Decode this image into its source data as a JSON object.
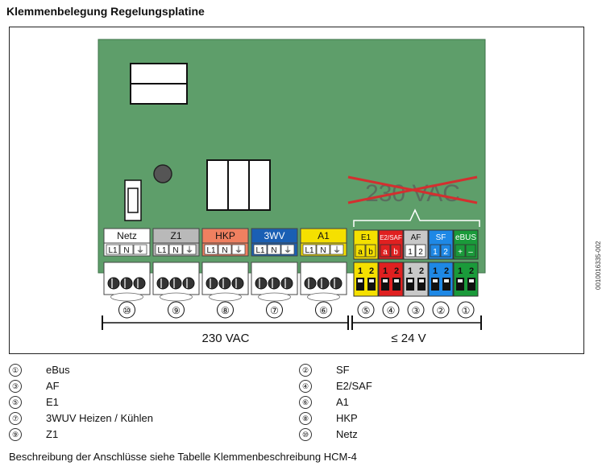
{
  "title": "Klemmenbelegung Regelungsplatine",
  "side_code": "0010016335-002",
  "board": {
    "crossed_label": "230 VAC",
    "hv_label": "230 VAC",
    "lv_label": "≤ 24 V"
  },
  "hv_blocks": [
    {
      "name": "Netz",
      "color": "#ffffff",
      "text_color": "#111111",
      "pins": [
        "L1",
        "N",
        "⏚"
      ],
      "number": "⑩"
    },
    {
      "name": "Z1",
      "color": "#b9b9b9",
      "text_color": "#111111",
      "pins": [
        "L1",
        "N",
        "⏚"
      ],
      "number": "⑨"
    },
    {
      "name": "HKP",
      "color": "#f08060",
      "text_color": "#111111",
      "pins": [
        "L1",
        "N",
        "⏚"
      ],
      "number": "⑧"
    },
    {
      "name": "3WV",
      "color": "#1a5fb4",
      "text_color": "#ffffff",
      "pins": [
        "L1",
        "N",
        "⏚"
      ],
      "number": "⑦"
    },
    {
      "name": "A1",
      "color": "#f5e000",
      "text_color": "#111111",
      "pins": [
        "L1",
        "N",
        "⏚"
      ],
      "number": "⑥"
    }
  ],
  "lv_blocks": [
    {
      "name": "E1",
      "color": "#f5e000",
      "text_color": "#111111",
      "pins": [
        "a",
        "b"
      ],
      "terminal": [
        "1",
        "2"
      ],
      "number": "⑤"
    },
    {
      "name": "E2/SAF",
      "color": "#e02020",
      "text_color": "#ffffff",
      "pins": [
        "a",
        "b"
      ],
      "terminal": [
        "1",
        "2"
      ],
      "number": "④"
    },
    {
      "name": "AF",
      "color": "#c8c8c8",
      "text_color": "#111111",
      "pins": [
        "1",
        "2"
      ],
      "terminal": [
        "1",
        "2"
      ],
      "number": "③"
    },
    {
      "name": "SF",
      "color": "#1e88e5",
      "text_color": "#ffffff",
      "pins": [
        "1",
        "2"
      ],
      "terminal": [
        "1",
        "2"
      ],
      "number": "②"
    },
    {
      "name": "eBUS",
      "color": "#1a9a3a",
      "text_color": "#ffffff",
      "pins": [
        "+",
        "–"
      ],
      "terminal": [
        "1",
        "2"
      ],
      "number": "①"
    }
  ],
  "legend": [
    {
      "num": "①",
      "text": "eBus"
    },
    {
      "num": "②",
      "text": "SF"
    },
    {
      "num": "③",
      "text": "AF"
    },
    {
      "num": "④",
      "text": "E2/SAF"
    },
    {
      "num": "⑤",
      "text": "E1"
    },
    {
      "num": "⑥",
      "text": "A1"
    },
    {
      "num": "⑦",
      "text": "3WUV Heizen / Kühlen"
    },
    {
      "num": "⑧",
      "text": "HKP"
    },
    {
      "num": "⑨",
      "text": "Z1"
    },
    {
      "num": "⑩",
      "text": "Netz"
    }
  ],
  "note": "Beschreibung der Anschlüsse siehe Tabelle Klemmenbeschreibung HCM-4",
  "colors": {
    "pcb": "#5e9e6a",
    "frame": "#222222",
    "cross": "#d32f2f"
  }
}
